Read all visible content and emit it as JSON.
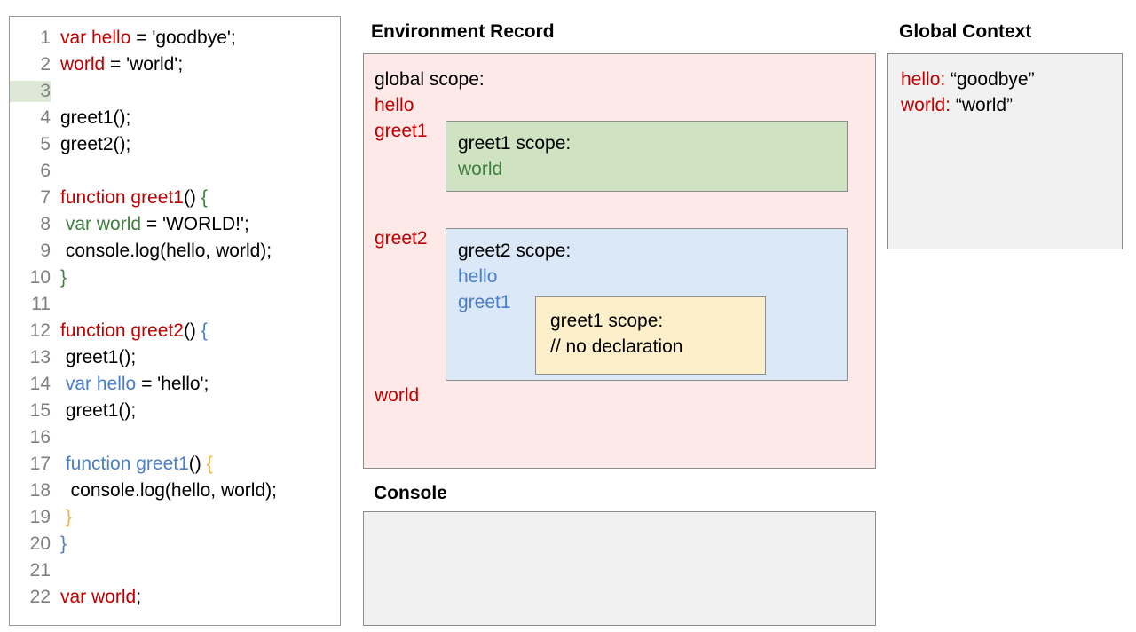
{
  "code_panel": {
    "name": "javascript-source-code",
    "highlighted_line": 3,
    "lines": [
      {
        "num": "1",
        "tokens": [
          {
            "t": "var hello",
            "c": "red"
          },
          {
            "t": " = 'goodbye';",
            "c": "black"
          }
        ]
      },
      {
        "num": "2",
        "tokens": [
          {
            "t": "world",
            "c": "red"
          },
          {
            "t": " = 'world';",
            "c": "black"
          }
        ]
      },
      {
        "num": "3",
        "tokens": [
          {
            "t": "",
            "c": "black"
          }
        ]
      },
      {
        "num": "4",
        "tokens": [
          {
            "t": "greet1();",
            "c": "black"
          }
        ]
      },
      {
        "num": "5",
        "tokens": [
          {
            "t": "greet2();",
            "c": "black"
          }
        ]
      },
      {
        "num": "6",
        "tokens": [
          {
            "t": "",
            "c": "black"
          }
        ]
      },
      {
        "num": "7",
        "tokens": [
          {
            "t": "function greet1",
            "c": "red"
          },
          {
            "t": "() ",
            "c": "black"
          },
          {
            "t": "{",
            "c": "green"
          }
        ]
      },
      {
        "num": "8",
        "tokens": [
          {
            "t": " ",
            "c": "black"
          },
          {
            "t": "var world",
            "c": "green"
          },
          {
            "t": " = 'WORLD!';",
            "c": "black"
          }
        ]
      },
      {
        "num": "9",
        "tokens": [
          {
            "t": " console.log(hello, world);",
            "c": "black"
          }
        ]
      },
      {
        "num": "10",
        "tokens": [
          {
            "t": "}",
            "c": "green"
          }
        ]
      },
      {
        "num": "11",
        "tokens": [
          {
            "t": "",
            "c": "black"
          }
        ]
      },
      {
        "num": "12",
        "tokens": [
          {
            "t": "function greet2",
            "c": "red"
          },
          {
            "t": "() ",
            "c": "black"
          },
          {
            "t": "{",
            "c": "blue"
          }
        ]
      },
      {
        "num": "13",
        "tokens": [
          {
            "t": " greet1();",
            "c": "black"
          }
        ]
      },
      {
        "num": "14",
        "tokens": [
          {
            "t": " ",
            "c": "black"
          },
          {
            "t": "var hello",
            "c": "blue"
          },
          {
            "t": " = 'hello';",
            "c": "black"
          }
        ]
      },
      {
        "num": "15",
        "tokens": [
          {
            "t": " greet1();",
            "c": "black"
          }
        ]
      },
      {
        "num": "16",
        "tokens": [
          {
            "t": "",
            "c": "black"
          }
        ]
      },
      {
        "num": "17",
        "tokens": [
          {
            "t": " ",
            "c": "black"
          },
          {
            "t": "function greet1",
            "c": "blue"
          },
          {
            "t": "() ",
            "c": "black"
          },
          {
            "t": "{",
            "c": "orange"
          }
        ]
      },
      {
        "num": "18",
        "tokens": [
          {
            "t": "  console.log(hello, world);",
            "c": "black"
          }
        ]
      },
      {
        "num": "19",
        "tokens": [
          {
            "t": " ",
            "c": "black"
          },
          {
            "t": "}",
            "c": "orange"
          }
        ]
      },
      {
        "num": "20",
        "tokens": [
          {
            "t": "}",
            "c": "blue"
          }
        ]
      },
      {
        "num": "21",
        "tokens": [
          {
            "t": "",
            "c": "black"
          }
        ]
      },
      {
        "num": "22",
        "tokens": [
          {
            "t": "var world",
            "c": "red"
          },
          {
            "t": ";",
            "c": "black"
          }
        ]
      }
    ]
  },
  "environment_record": {
    "title": "Environment Record",
    "global_scope_label": "global scope:",
    "global_bindings": [
      {
        "name": "hello",
        "color": "#c00000"
      },
      {
        "name": "greet1",
        "color": "#c00000"
      },
      {
        "name": "greet2",
        "color": "#c00000"
      },
      {
        "name": "world",
        "color": "#c00000"
      }
    ],
    "greet1_scope": {
      "title": "greet1 scope:",
      "bindings": [
        "world"
      ]
    },
    "greet2_scope": {
      "title": "greet2 scope:",
      "bindings": [
        "hello",
        "greet1"
      ],
      "nested_greet1_scope": {
        "title": "greet1 scope:",
        "note": "// no declaration"
      }
    }
  },
  "console": {
    "title": "Console",
    "output": ""
  },
  "global_context": {
    "title": "Global Context",
    "entries": [
      {
        "key": "hello:",
        "value": "“goodbye”"
      },
      {
        "key": "world:",
        "value": "“world”"
      }
    ]
  },
  "colors": {
    "red": "#c00000",
    "green": "#3f7f3f",
    "blue": "#4a7ec7",
    "orange": "#e8b33c",
    "env_panel_bg": "#fce9e8",
    "greet1_scope_bg": "#cfe3c2",
    "greet2_scope_bg": "#dbe8f8",
    "nested_scope_bg": "#fcefc9",
    "panel_grey_bg": "#f1f1f1",
    "line_highlight": "#dde9d6",
    "border": "#8c8c8c"
  }
}
